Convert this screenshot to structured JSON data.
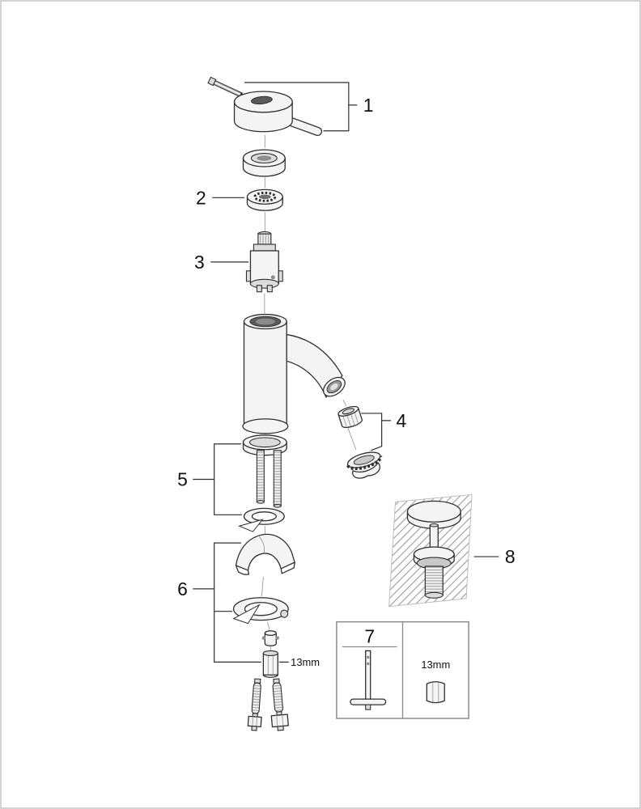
{
  "callouts": {
    "part1": "1",
    "part2": "2",
    "part3": "3",
    "part4": "4",
    "part5": "5",
    "part6": "6",
    "part7": "7",
    "part8": "8"
  },
  "annotations": {
    "hex_size_diagram": "13mm",
    "hex_size_box": "13mm"
  },
  "colors": {
    "background": "#ffffff",
    "page_border": "#d2d2d2",
    "line": "#2f2f2f",
    "thin_line": "#9a9a9a",
    "fill_light": "#f4f4f4",
    "fill_mid": "#dcdcdc",
    "fill_dark": "#5a5a5a",
    "box_border": "#8a8a8a",
    "hatch": "#9a9a9a"
  }
}
